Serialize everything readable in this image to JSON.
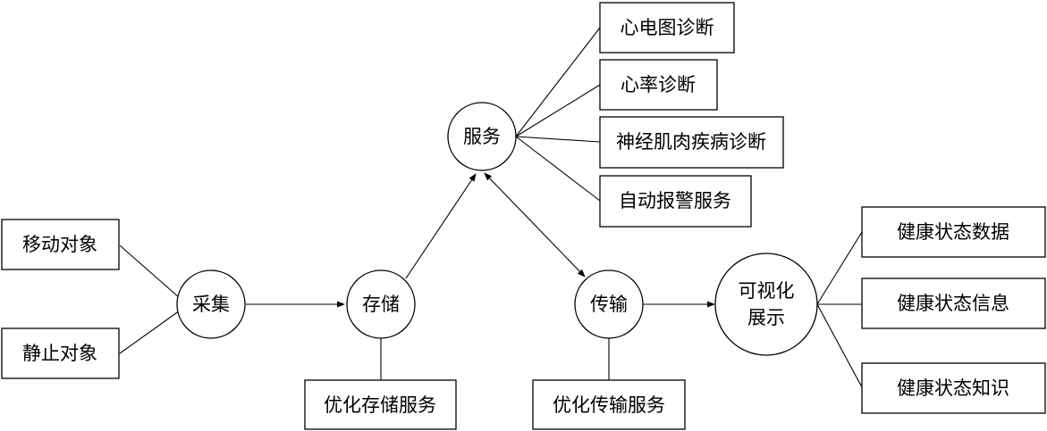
{
  "colors": {
    "stroke": "#000000",
    "fill": "#ffffff"
  },
  "inputs": {
    "moving_object": "移动对象",
    "static_object": "静止对象"
  },
  "nodes": {
    "collect": "采集",
    "storage": "存储",
    "service": "服务",
    "transmission": "传输",
    "visual_line1": "可视化",
    "visual_line2": "展示"
  },
  "services": {
    "ecg_diagnosis": "心电图诊断",
    "heart_rate_diagnosis": "心率诊断",
    "neuromuscular_diagnosis": "神经肌肉疾病诊断",
    "auto_alarm_service": "自动报警服务"
  },
  "optimizations": {
    "optimize_storage": "优化存储服务",
    "optimize_transmission": "优化传输服务"
  },
  "outputs": {
    "health_data": "健康状态数据",
    "health_info": "健康状态信息",
    "health_knowledge": "健康状态知识"
  }
}
